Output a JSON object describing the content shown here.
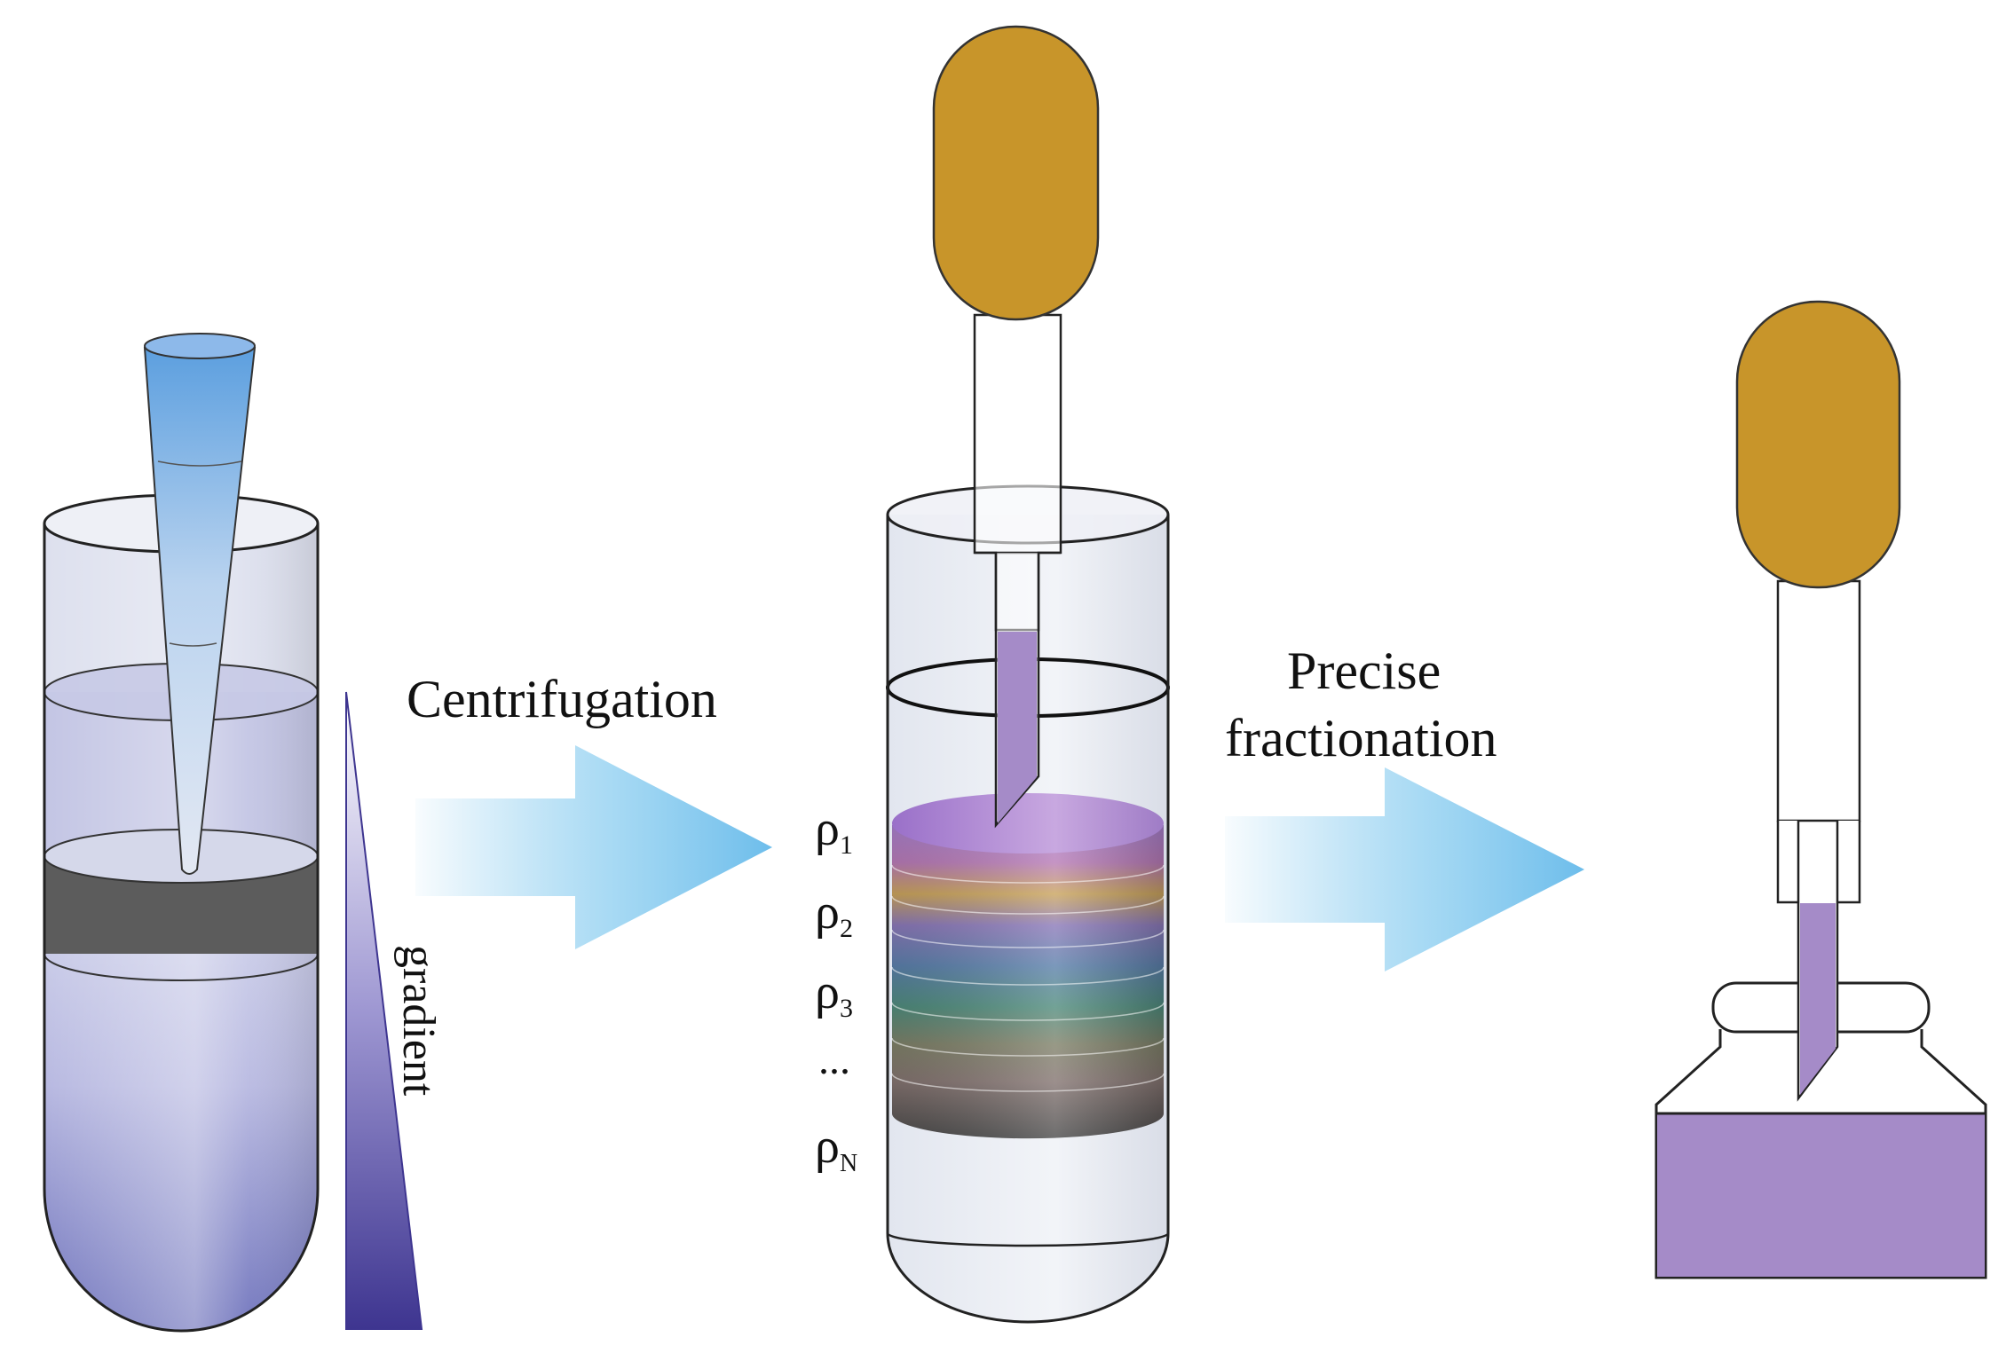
{
  "labels": {
    "step1": "Centrifugation",
    "step2_line1": "Precise",
    "step2_line2": "fractionation",
    "gradient": "gradient",
    "rho": "ρ",
    "sub1": "1",
    "sub2": "2",
    "sub3": "3",
    "sub_n": "N",
    "ellipsis": "..."
  },
  "colors": {
    "bulb": "#C8952A",
    "outline": "#222222",
    "arrow": "#79C4EC",
    "tip_blue": "#5C9FDF",
    "gradient_dark": "#4A3F9A",
    "sample_purple": "#A28BC2",
    "pellet_band": "#5C5C5C",
    "glass": "#E6EAF2"
  }
}
